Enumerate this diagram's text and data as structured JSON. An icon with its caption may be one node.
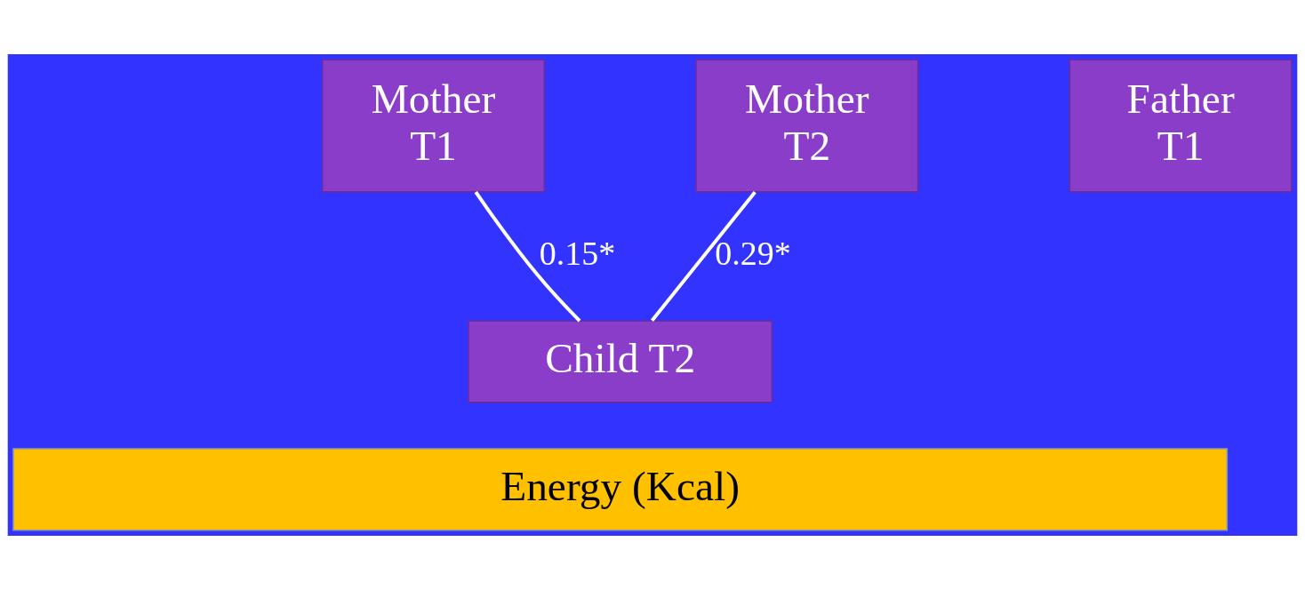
{
  "diagram": {
    "nodes": [
      {
        "text": [
          "Mother T1"
        ]
      },
      {
        "text": [
          "Father T1"
        ]
      },
      {
        "text": [
          "Mother T2"
        ]
      },
      {
        "text": [
          "Child T2"
        ]
      },
      {
        "text": [
          "Energy (Kcal)"
        ]
      }
    ],
    "edges": [
      {
        "from": 0,
        "to": 3,
        "arrow": "none",
        "label": "0.15*"
      },
      {
        "from": 2,
        "to": 3,
        "arrow": "none",
        "label": "0.29*"
      }
    ]
  }
}
